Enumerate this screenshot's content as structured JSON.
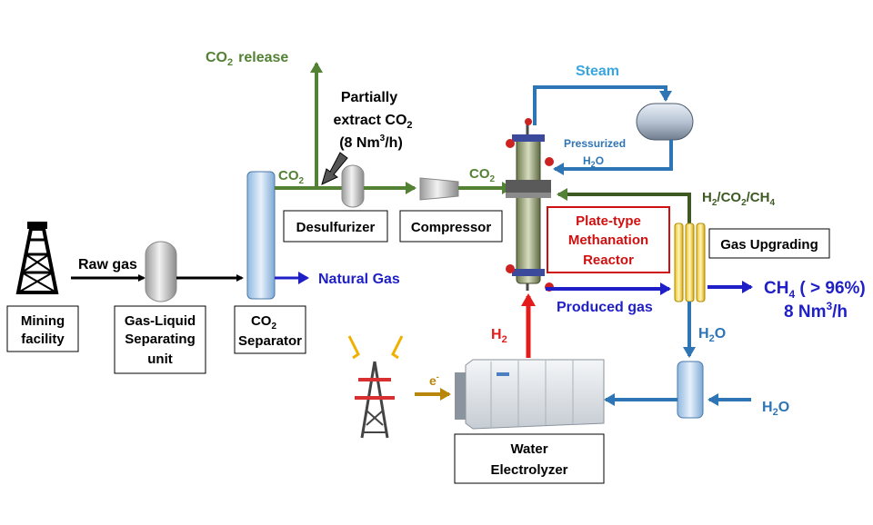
{
  "colors": {
    "co2_green": "#548235",
    "steam_blue": "#2e75b6",
    "steam_text": "#3aa6dd",
    "natgas_blue": "#1f1fc8",
    "h2_red": "#e31b1b",
    "reactor_red": "#d01010",
    "electric_gold": "#b8860b",
    "black": "#000000"
  },
  "labels": {
    "mining_l1": "Mining",
    "mining_l2": "facility",
    "raw_gas": "Raw gas",
    "gls_l1": "Gas-Liquid",
    "gls_l2": "Separating",
    "gls_l3": "unit",
    "co2sep_l1_main": "CO",
    "co2sep_l1_sub": "2",
    "co2sep_l2": "Separator",
    "natural_gas": "Natural Gas",
    "co2_release_main": "CO",
    "co2_release_sub": "2",
    "co2_release_tail": "release",
    "partial_l1": "Partially",
    "partial_l2_main": "extract CO",
    "partial_l2_sub": "2",
    "partial_l3_a": "(8 Nm",
    "partial_l3_sup": "3",
    "partial_l3_b": "/h)",
    "co2_left_main": "CO",
    "co2_left_sub": "2",
    "desulfurizer": "Desulfurizer",
    "compressor": "Compressor",
    "co2_right_main": "CO",
    "co2_right_sub": "2",
    "steam": "Steam",
    "pressurized_l1": "Pressurized",
    "pressurized_l2_main": "H",
    "pressurized_l2_sub": "2",
    "pressurized_l2_tail": "O",
    "reactor_l1": "Plate-type",
    "reactor_l2": "Methanation",
    "reactor_l3": "Reactor",
    "h2co2ch4_a": "H",
    "h2co2ch4_sub1": "2",
    "h2co2ch4_b": "/CO",
    "h2co2ch4_sub2": "2",
    "h2co2ch4_c": "/CH",
    "h2co2ch4_sub3": "4",
    "gas_upgrading": "Gas Upgrading",
    "ch4_a": "CH",
    "ch4_sub": "4",
    "ch4_b": " ( > 96%)",
    "ch4_rate_a": "8 Nm",
    "ch4_rate_sup": "3",
    "ch4_rate_b": "/h",
    "produced_gas": "Produced gas",
    "h2o_mid_main": "H",
    "h2o_mid_sub": "2",
    "h2o_mid_tail": "O",
    "h2o_right_main": "H",
    "h2o_right_sub": "2",
    "h2o_right_tail": "O",
    "h2_main": "H",
    "h2_sub": "2",
    "electron_main": "e",
    "electron_sup": "-",
    "electrolyzer_l1": "Water",
    "electrolyzer_l2": "Electrolyzer"
  }
}
